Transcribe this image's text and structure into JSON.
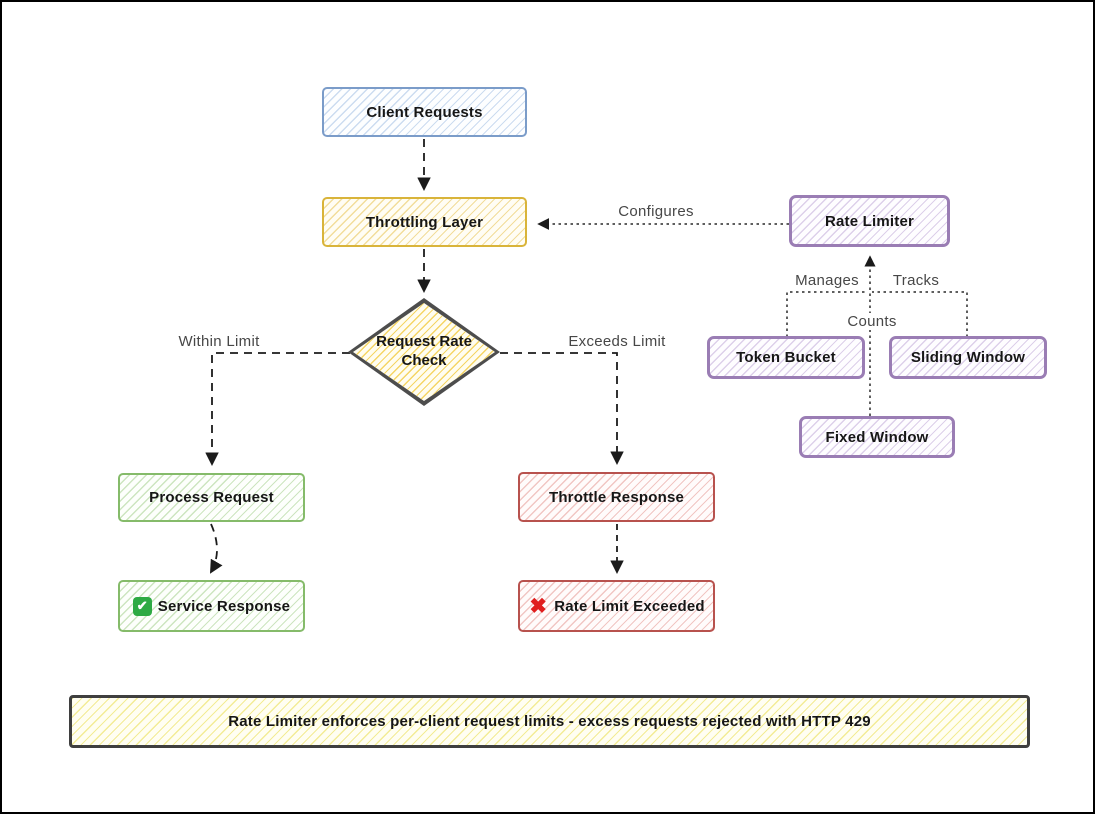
{
  "nodes": {
    "client_requests": {
      "label": "Client Requests"
    },
    "throttling_layer": {
      "label": "Throttling Layer"
    },
    "request_rate_check": {
      "label": "Request Rate Check"
    },
    "process_request": {
      "label": "Process Request"
    },
    "service_response": {
      "label": "Service Response"
    },
    "throttle_response": {
      "label": "Throttle Response"
    },
    "rate_limit_exceeded": {
      "label": "Rate Limit Exceeded"
    },
    "rate_limiter": {
      "label": "Rate Limiter"
    },
    "token_bucket": {
      "label": "Token Bucket"
    },
    "sliding_window": {
      "label": "Sliding Window"
    },
    "fixed_window": {
      "label": "Fixed Window"
    },
    "banner": {
      "label": "Rate Limiter enforces per-client request limits - excess requests rejected with HTTP 429"
    }
  },
  "edge_labels": {
    "configures": "Configures",
    "within_limit": "Within Limit",
    "exceeds_limit": "Exceeds Limit",
    "manages": "Manages",
    "tracks": "Tracks",
    "counts": "Counts"
  },
  "icons": {
    "check": "✔",
    "cross": "✖"
  },
  "colors": {
    "blue_border": "#7b9cc9",
    "gold_border": "#d9b43a",
    "green_border": "#85bb6a",
    "red_border": "#b8524e",
    "purple_border": "#9a7db4",
    "diamond_border": "#4d4d4d",
    "banner_border": "#3f3f3f",
    "arrow": "#1b1b1b",
    "success_icon_bg": "#2eaa44",
    "failure_icon": "#e01e1e"
  }
}
